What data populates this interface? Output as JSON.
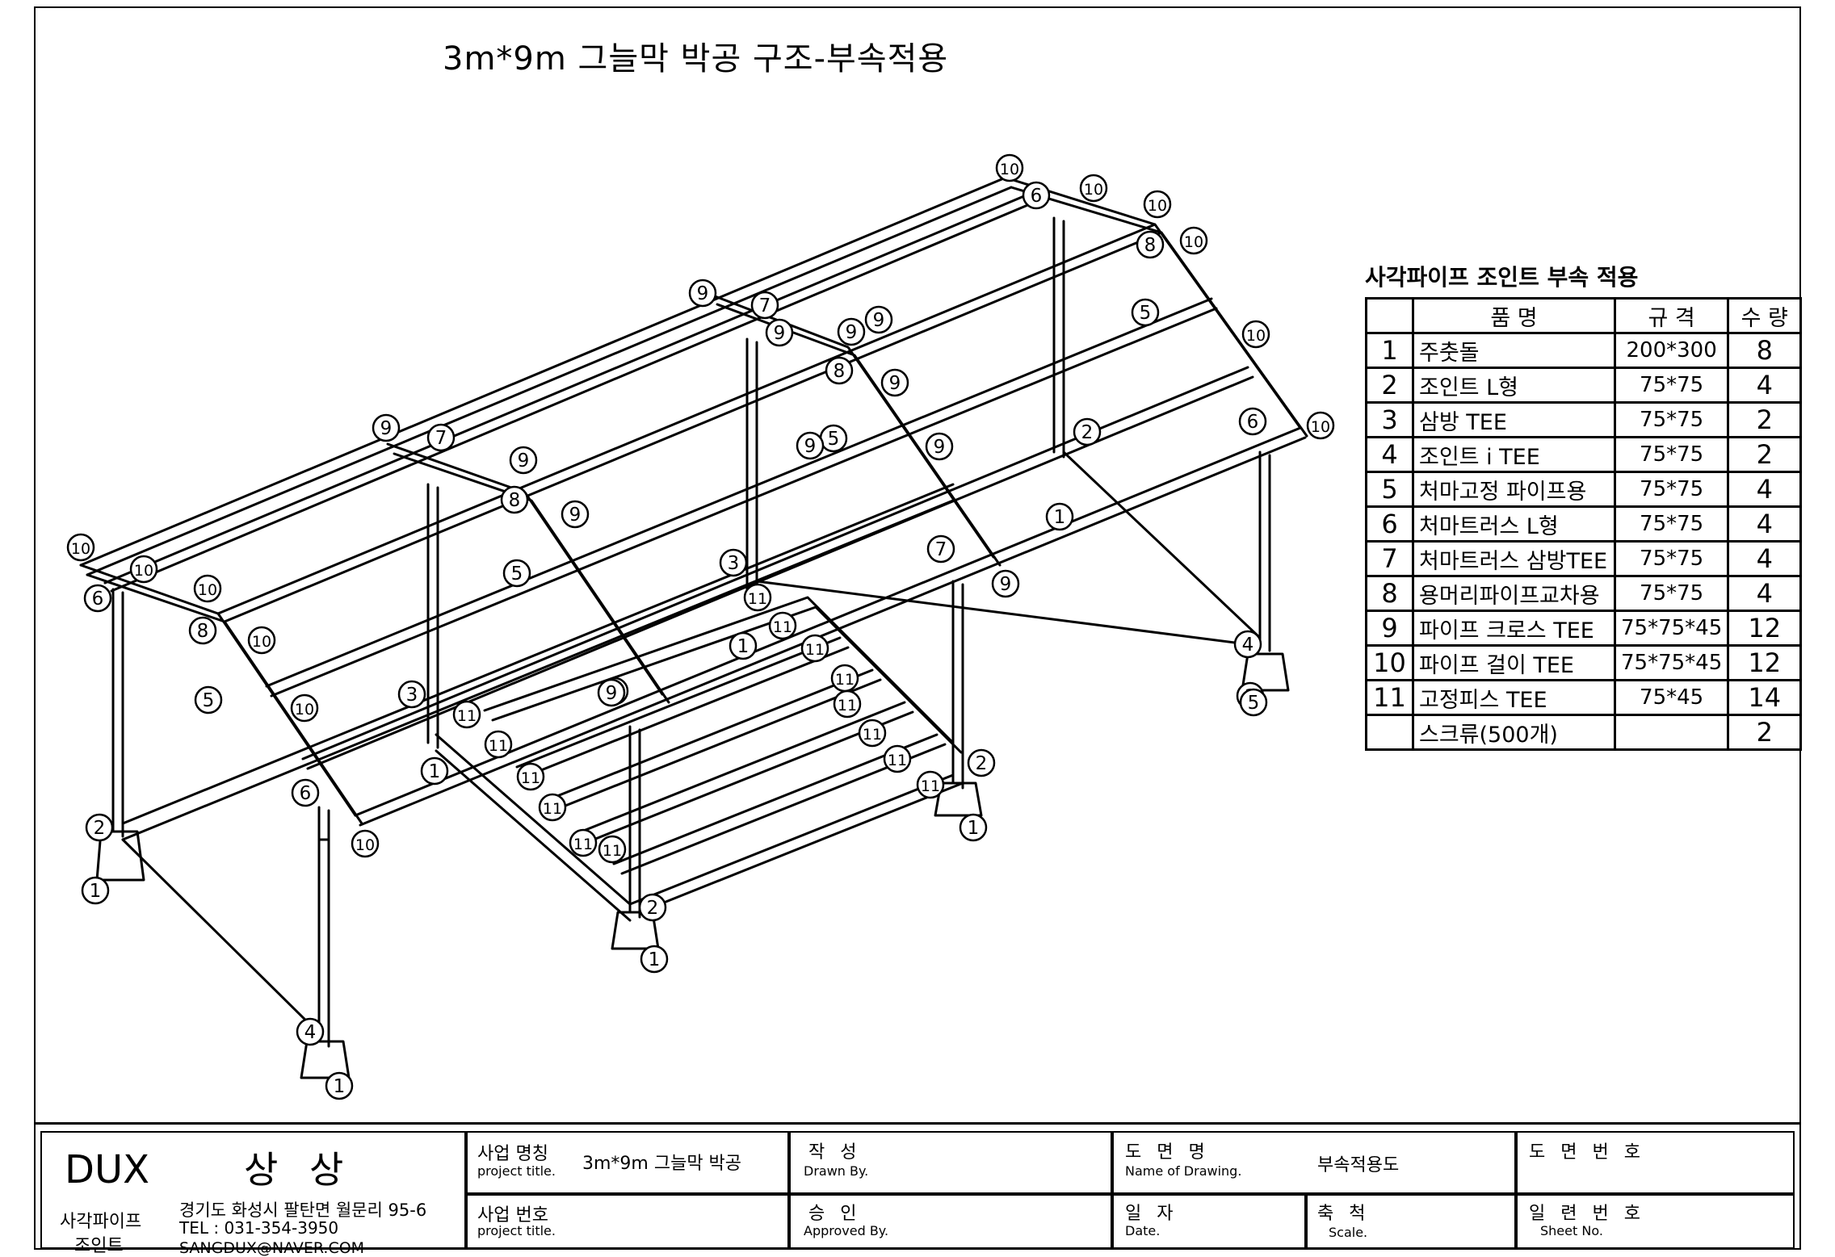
{
  "title": "3m*9m 그늘막 박공 구조-부속적용",
  "parts_table": {
    "caption": "사각파이프 조인트 부속 적용",
    "headers": {
      "name": "품 명",
      "spec": "규 격",
      "qty": "수 량"
    },
    "rows": [
      {
        "no": "1",
        "name": "주춧돌",
        "spec": "200*300",
        "qty": "8"
      },
      {
        "no": "2",
        "name": "조인트 L형",
        "spec": "75*75",
        "qty": "4"
      },
      {
        "no": "3",
        "name": "삼방 TEE",
        "spec": "75*75",
        "qty": "2"
      },
      {
        "no": "4",
        "name": "조인트 i TEE",
        "spec": "75*75",
        "qty": "2"
      },
      {
        "no": "5",
        "name": "처마고정 파이프용",
        "spec": "75*75",
        "qty": "4"
      },
      {
        "no": "6",
        "name": "처마트러스 L형",
        "spec": "75*75",
        "qty": "4"
      },
      {
        "no": "7",
        "name": "처마트러스 삼방TEE",
        "spec": "75*75",
        "qty": "4"
      },
      {
        "no": "8",
        "name": "용머리파이프교차용",
        "spec": "75*75",
        "qty": "4"
      },
      {
        "no": "9",
        "name": "파이프 크로스 TEE",
        "spec": "75*75*45",
        "qty": "12"
      },
      {
        "no": "10",
        "name": "파이프 걸이 TEE",
        "spec": "75*75*45",
        "qty": "12"
      },
      {
        "no": "11",
        "name": "고정피스 TEE",
        "spec": "75*45",
        "qty": "14"
      },
      {
        "no": "",
        "name": "스크류(500개)",
        "spec": "",
        "qty": "2"
      }
    ]
  },
  "title_block": {
    "company": "DUX",
    "company_kr": "상 상",
    "brand_line1": "사각파이프",
    "brand_line2": "조인트",
    "address": "경기도 화성시 팔탄면 월문리 95-6",
    "tel": "TEL : 031-354-3950",
    "email": "SANGDUX@NAVER.COM",
    "project_name_label": "사업 명칭",
    "project_name_label_en": "project title.",
    "project_name_value": "3m*9m 그늘막 박공",
    "project_no_label": "사업 번호",
    "project_no_label_en": "project title.",
    "drawn_label": "작 성",
    "drawn_label_en": "Drawn By.",
    "approved_label": "승 인",
    "approved_label_en": "Approved By.",
    "drawing_name_label": "도 면 명",
    "drawing_name_label_en": "Name of Drawing.",
    "drawing_name_value": "부속적용도",
    "date_label": "일 자",
    "date_label_en": "Date.",
    "scale_label": "축 척",
    "scale_label_en": "Scale.",
    "drawing_no_label": "도 면 번 호",
    "sheet_no_label": "일 련 번 호",
    "sheet_no_label_en": "Sheet No."
  },
  "callouts": [
    "1",
    "1",
    "1",
    "1",
    "1",
    "1",
    "1",
    "1",
    "2",
    "2",
    "2",
    "2",
    "3",
    "3",
    "4",
    "4",
    "5",
    "5",
    "5",
    "5",
    "5",
    "6",
    "6",
    "6",
    "6",
    "7",
    "7",
    "7",
    "7",
    "8",
    "8",
    "8",
    "8",
    "9",
    "9",
    "9",
    "9",
    "9",
    "9",
    "9",
    "9",
    "9",
    "9",
    "9",
    "9",
    "10",
    "10",
    "10",
    "10",
    "10",
    "10",
    "10",
    "10",
    "10",
    "10",
    "10",
    "10",
    "11",
    "11",
    "11",
    "11",
    "11",
    "11",
    "11",
    "11",
    "11",
    "11",
    "11",
    "11",
    "11",
    "11"
  ]
}
